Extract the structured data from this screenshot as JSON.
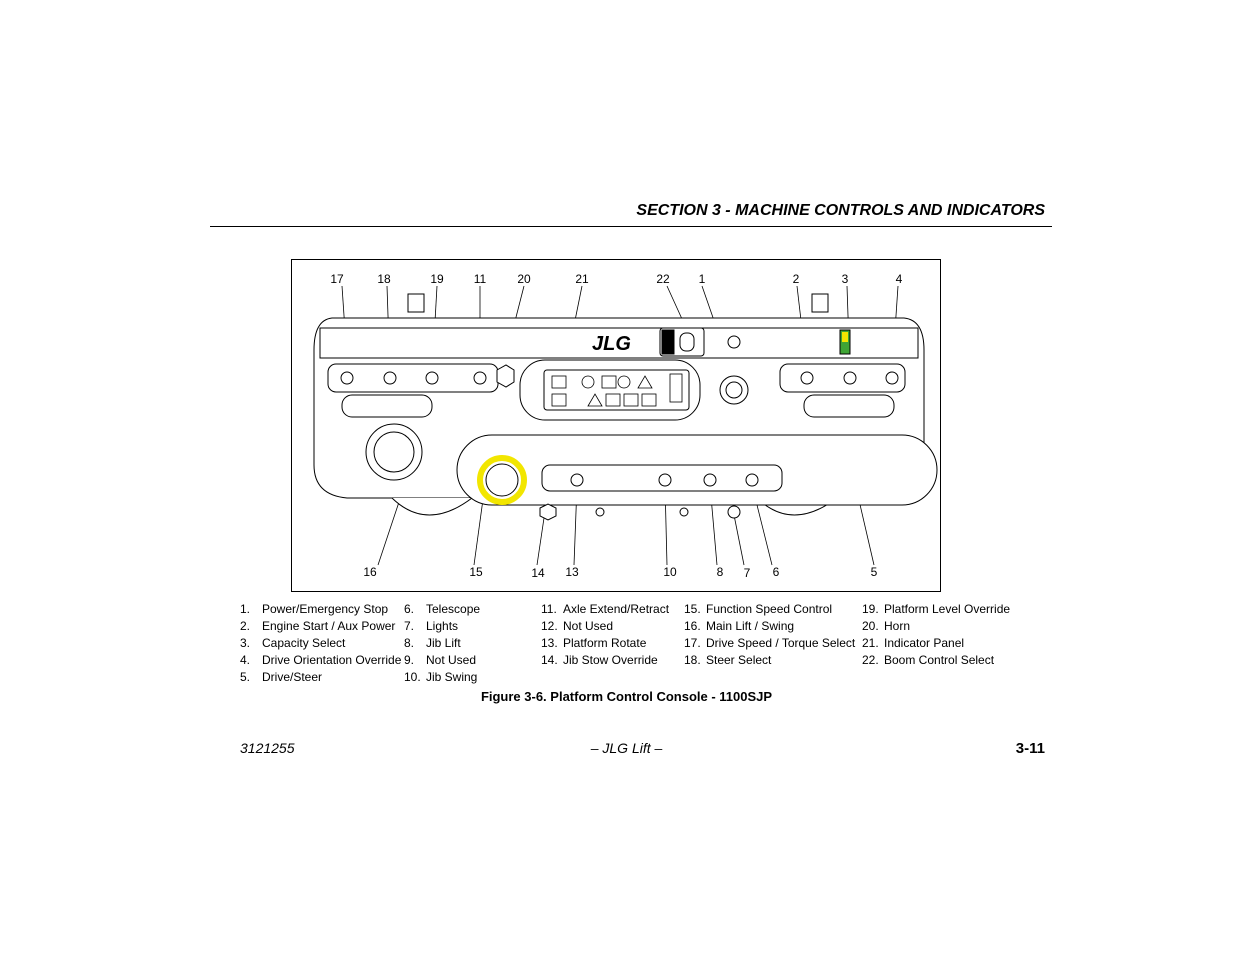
{
  "header": {
    "section_title": "SECTION 3 - MACHINE CONTROLS AND INDICATORS"
  },
  "figure": {
    "callouts_top": [
      "17",
      "18",
      "19",
      "11",
      "20",
      "21",
      "22",
      "1",
      "2",
      "3",
      "4"
    ],
    "callouts_bottom": [
      "16",
      "15",
      "14",
      "13",
      "10",
      "8",
      "7",
      "6",
      "5"
    ],
    "brand_logo": "JLG",
    "caption": "Figure 3-6. Platform Control Console - 1100SJP"
  },
  "legend": {
    "col1": [
      {
        "num": "1.",
        "label": "Power/Emergency Stop"
      },
      {
        "num": "2.",
        "label": "Engine Start / Aux Power"
      },
      {
        "num": "3.",
        "label": "Capacity Select"
      },
      {
        "num": "4.",
        "label": "Drive Orientation Override"
      },
      {
        "num": "5.",
        "label": "Drive/Steer"
      }
    ],
    "col2": [
      {
        "num": "6.",
        "label": "Telescope"
      },
      {
        "num": "7.",
        "label": "Lights"
      },
      {
        "num": "8.",
        "label": "Jib Lift"
      },
      {
        "num": "9.",
        "label": "Not Used"
      },
      {
        "num": "10.",
        "label": "Jib Swing"
      }
    ],
    "col3": [
      {
        "num": "11.",
        "label": "Axle Extend/Retract"
      },
      {
        "num": "12.",
        "label": "Not Used"
      },
      {
        "num": "13.",
        "label": "Platform Rotate"
      },
      {
        "num": "14.",
        "label": "Jib Stow Override"
      }
    ],
    "col4": [
      {
        "num": "15.",
        "label": "Function Speed Control"
      },
      {
        "num": "16.",
        "label": "Main Lift / Swing"
      },
      {
        "num": "17.",
        "label": "Drive Speed / Torque Select"
      },
      {
        "num": "18.",
        "label": "Steer Select"
      }
    ],
    "col5": [
      {
        "num": "19.",
        "label": "Platform Level Override"
      },
      {
        "num": "20.",
        "label": "Horn"
      },
      {
        "num": "21.",
        "label": "Indicator Panel"
      },
      {
        "num": "22.",
        "label": "Boom Control Select"
      }
    ]
  },
  "footer": {
    "doc_number": "3121255",
    "center": "– JLG Lift –",
    "page": "3-11"
  },
  "colors": {
    "accent_yellow": "#f2e600",
    "accent_green": "#3fa535",
    "line": "#000000"
  }
}
